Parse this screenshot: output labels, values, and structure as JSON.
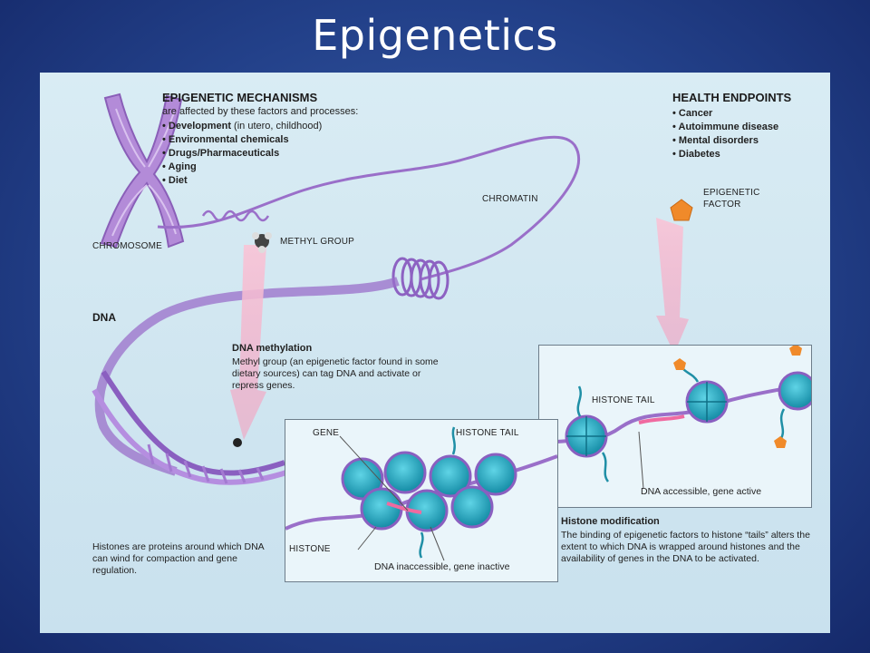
{
  "title": "Epigenetics",
  "mechanisms": {
    "heading": "EPIGENETIC MECHANISMS",
    "subheading": "are affected by these factors and processes:",
    "items": [
      {
        "bold": "Development",
        "rest": " (in utero, childhood)"
      },
      {
        "bold": "Environmental chemicals",
        "rest": ""
      },
      {
        "bold": "Drugs/Pharmaceuticals",
        "rest": ""
      },
      {
        "bold": "Aging",
        "rest": ""
      },
      {
        "bold": "Diet",
        "rest": ""
      }
    ]
  },
  "health": {
    "heading": "HEALTH ENDPOINTS",
    "items": [
      "Cancer",
      "Autoimmune disease",
      "Mental disorders",
      "Diabetes"
    ]
  },
  "labels": {
    "chromosome": "CHROMOSOME",
    "chromatin": "CHROMATIN",
    "methyl_group": "METHYL GROUP",
    "epigenetic_factor_1": "EPIGENETIC",
    "epigenetic_factor_2": "FACTOR",
    "dna": "DNA",
    "gene": "GENE",
    "histone_tail_left": "HISTONE TAIL",
    "histone_tail_right": "HISTONE TAIL",
    "histone": "HISTONE",
    "dna_inaccessible": "DNA inaccessible, gene inactive",
    "dna_accessible": "DNA accessible, gene active"
  },
  "methylation": {
    "heading": "DNA methylation",
    "body": "Methyl group (an epigenetic factor found in some dietary sources) can tag DNA and activate or repress genes."
  },
  "histone_mod": {
    "heading": "Histone modification",
    "body": "The binding of epigenetic factors to histone “tails” alters the extent to which DNA is wrapped around histones and the availability of genes in the DNA to be activated."
  },
  "histones_caption": "Histones are proteins around which DNA can wind for compaction and gene regulation.",
  "colors": {
    "background": "#23418a",
    "panel": "#d4e8f2",
    "strand": "#9a6fc9",
    "histone": "#1fa6bf",
    "tail": "#1f8fa6",
    "factor": "#f08a2a",
    "arrow": "#f3a9c3"
  }
}
